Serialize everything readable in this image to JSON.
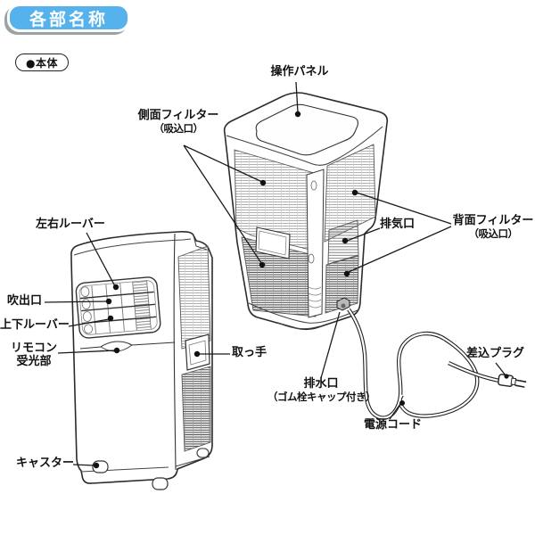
{
  "header": {
    "title": "各部名称"
  },
  "section": {
    "label": "●本体"
  },
  "diagram": {
    "labels": {
      "operation_panel": "操作パネル",
      "side_filter_line1": "側面フィルター",
      "side_filter_line2": "（吸込口）",
      "left_right_louver": "左右ルーバー",
      "air_outlet": "吹出口",
      "up_down_louver": "上下ルーバー",
      "remote_sensor_line1": "リモコン",
      "remote_sensor_line2": "受光部",
      "caster": "キャスター",
      "handle": "取っ手",
      "exhaust_port": "排気口",
      "rear_filter_line1": "背面フィルター",
      "rear_filter_line2": "（吸込口）",
      "drain_line1": "排水口",
      "drain_line2": "（ゴム栓キャップ付き）",
      "power_cord": "電源コード",
      "plug": "差込プラグ"
    }
  },
  "colors": {
    "accent_blue": "#55b2ec",
    "badge_shadow": "#9aa2a8",
    "line": "#222222"
  }
}
